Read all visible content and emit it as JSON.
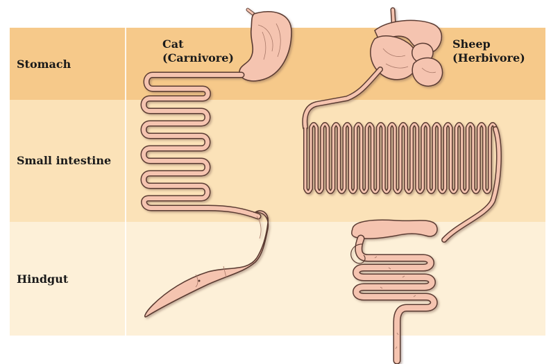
{
  "rows": [
    {
      "label": "Stomach"
    },
    {
      "label": "Small intestine"
    },
    {
      "label": "Hindgut"
    }
  ],
  "animals": {
    "cat": {
      "name": "Cat",
      "type": "(Carnivore)"
    },
    "sheep": {
      "name": "Sheep",
      "type": "(Herbivore)"
    }
  },
  "colors": {
    "stomach_band": "#f6c98a",
    "small_intestine_band": "#fbe2b8",
    "hindgut_band": "#fdf0d8",
    "organ_fill": "#f5c4b0",
    "organ_outline": "#5a3a30"
  }
}
